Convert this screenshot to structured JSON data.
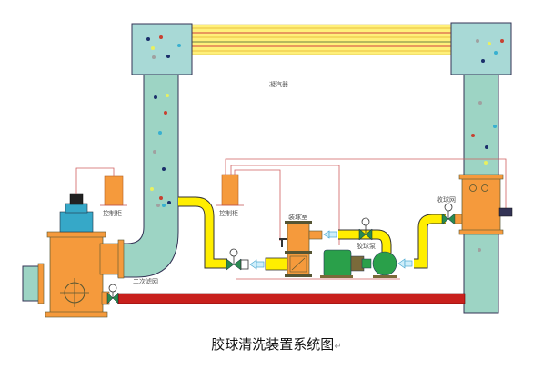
{
  "caption": {
    "title": "胶球清洗装置系统图",
    "return_mark": "↵"
  },
  "labels": {
    "condenser": "凝汽器",
    "control_cabinet_left": "控制柜",
    "control_cabinet_mid": "控制柜",
    "ball_loading_chamber": "装球室",
    "ball_pump": "胶球泵",
    "ball_collector": "收球网",
    "secondary_filter": "二次滤网"
  },
  "colors": {
    "water_pipe": "#9dd4c4",
    "water_box": "#a8d9d6",
    "condenser_tubes": "#fff07a",
    "tube_red_line": "#d04040",
    "equipment_orange": "#f59a3c",
    "ball_pipe_yellow": "#ffee00",
    "return_pipe_red": "#c8201c",
    "pump_green": "#2aa04a",
    "signal_wire": "#d06060",
    "motor_blue": "#36a8c8"
  },
  "ball_colors": [
    "#1b2f6b",
    "#c84030",
    "#e8f060",
    "#38b0d0",
    "#a0a0a0"
  ]
}
